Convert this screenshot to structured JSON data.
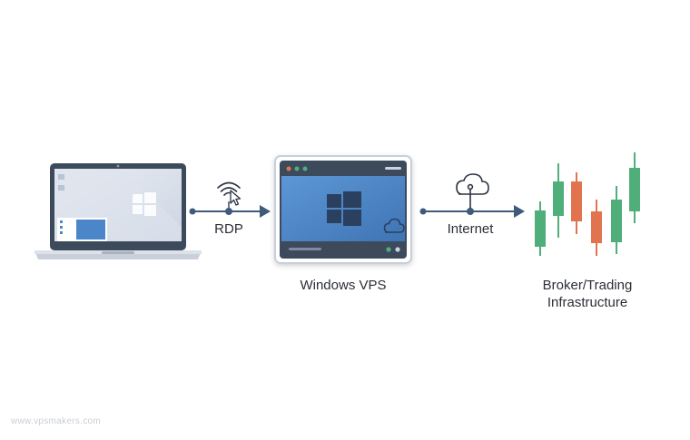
{
  "labels": {
    "rdp": "RDP",
    "vps": "Windows VPS",
    "internet": "Internet",
    "broker_line1": "Broker/Trading",
    "broker_line2": "Infrastructure"
  },
  "watermark": "www.vpsmakers.com",
  "icons": {
    "client": "laptop-icon",
    "rdp": "wifi-cursor-icon",
    "vps": "vps-window-icon",
    "internet": "cloud-network-icon",
    "broker": "candlestick-chart-icon"
  },
  "colors": {
    "line": "#3f5a7a",
    "screen_blue": "#4a86c8",
    "frame_dark": "#3d4a5c",
    "bull_green": "#4fae7a",
    "bear_orange": "#e2734f",
    "text": "#2b2f36"
  },
  "candles": [
    {
      "dir": "up"
    },
    {
      "dir": "up"
    },
    {
      "dir": "down"
    },
    {
      "dir": "down"
    },
    {
      "dir": "up"
    },
    {
      "dir": "up"
    }
  ]
}
